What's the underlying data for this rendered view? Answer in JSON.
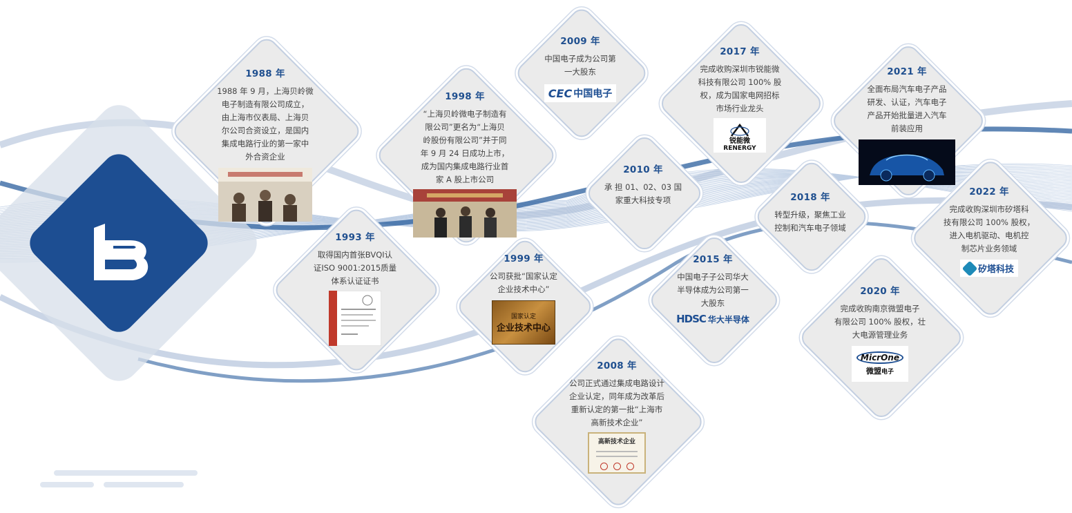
{
  "colors": {
    "year": "#1f4f8f",
    "text": "#444444",
    "logo": "#1d4e92",
    "wave": "#2b5f9e",
    "card": "#ebebeb"
  },
  "logo": {
    "icon": "company-b-logo-icon"
  },
  "milestones": [
    {
      "year": "1988 年",
      "lines": [
        "1988 年 9 月，上海贝岭微",
        "电子制造有限公司成立，",
        "由上海市仪表局、上海贝",
        "尔公司合资设立，是国内",
        "集成电路行业的第一家中",
        "外合资企业"
      ],
      "image": "press-conference-photo"
    },
    {
      "year": "1993 年",
      "lines": [
        "取得国内首张BVQI认",
        "证ISO 9001:2015质量",
        "体系认证证书"
      ],
      "image": "iso-certificate"
    },
    {
      "year": "1998 年",
      "lines": [
        "“上海贝岭微电子制造有",
        "限公司”更名为“上海贝",
        "岭股份有限公司”并于同",
        "年 9 月 24 日成功上市，",
        "成为国内集成电路行业首",
        "家 A 股上市公司"
      ],
      "image": "listing-ceremony-photo"
    },
    {
      "year": "1999 年",
      "lines": [
        "公司获批“国家认定",
        "企业技术中心”"
      ],
      "image": "tech-center-plaque",
      "plaque": [
        "国家认定",
        "企业技术中心"
      ]
    },
    {
      "year": "2008 年",
      "lines": [
        "公司正式通过集成电路设计",
        "企业认定，同年成为改革后",
        "重新认定的第一批“上海市",
        "高新技术企业”"
      ],
      "image": "high-tech-certificate",
      "cert_title": "高新技术企业"
    },
    {
      "year": "2009 年",
      "lines": [
        "中国电子成为公司第",
        "一大股东"
      ],
      "image": "cec-logo",
      "logo_text": [
        "CEC",
        "中国电子"
      ]
    },
    {
      "year": "2010 年",
      "lines": [
        "承 担 01、02、03 国",
        "家重大科技专项"
      ]
    },
    {
      "year": "2015 年",
      "lines": [
        "中国电子子公司华大",
        "半导体成为公司第一",
        "大股东"
      ],
      "image": "hdsc-logo",
      "logo_text": [
        "HDSC",
        "华大半导体"
      ]
    },
    {
      "year": "2017 年",
      "lines": [
        "完成收购深圳市锐能微",
        "科技有限公司 100% 股",
        "权，成为国家电网招标",
        "市场行业龙头"
      ],
      "image": "renergy-logo",
      "logo_text": [
        "锐能微",
        "RENERGY"
      ]
    },
    {
      "year": "2018 年",
      "lines": [
        "转型升级，聚焦工业",
        "控制和汽车电子领域"
      ]
    },
    {
      "year": "2020 年",
      "lines": [
        "完成收购南京微盟电子",
        "有限公司 100% 股权，壮",
        "大电源管理业务"
      ],
      "image": "microne-logo",
      "logo_text": [
        "MicrOne",
        "微盟",
        "电子"
      ]
    },
    {
      "year": "2021 年",
      "lines": [
        "全面布局汽车电子产品",
        "研发、认证，汽车电子",
        "产品开始批量进入汽车",
        "前装应用"
      ],
      "image": "blue-car-image"
    },
    {
      "year": "2022 年",
      "lines": [
        "完成收购深圳市矽塔科",
        "技有限公司 100% 股权，",
        "进入电机驱动、电机控",
        "制芯片业务领域"
      ],
      "image": "silicon-tower-logo",
      "logo_text": [
        "矽塔科技"
      ]
    }
  ]
}
